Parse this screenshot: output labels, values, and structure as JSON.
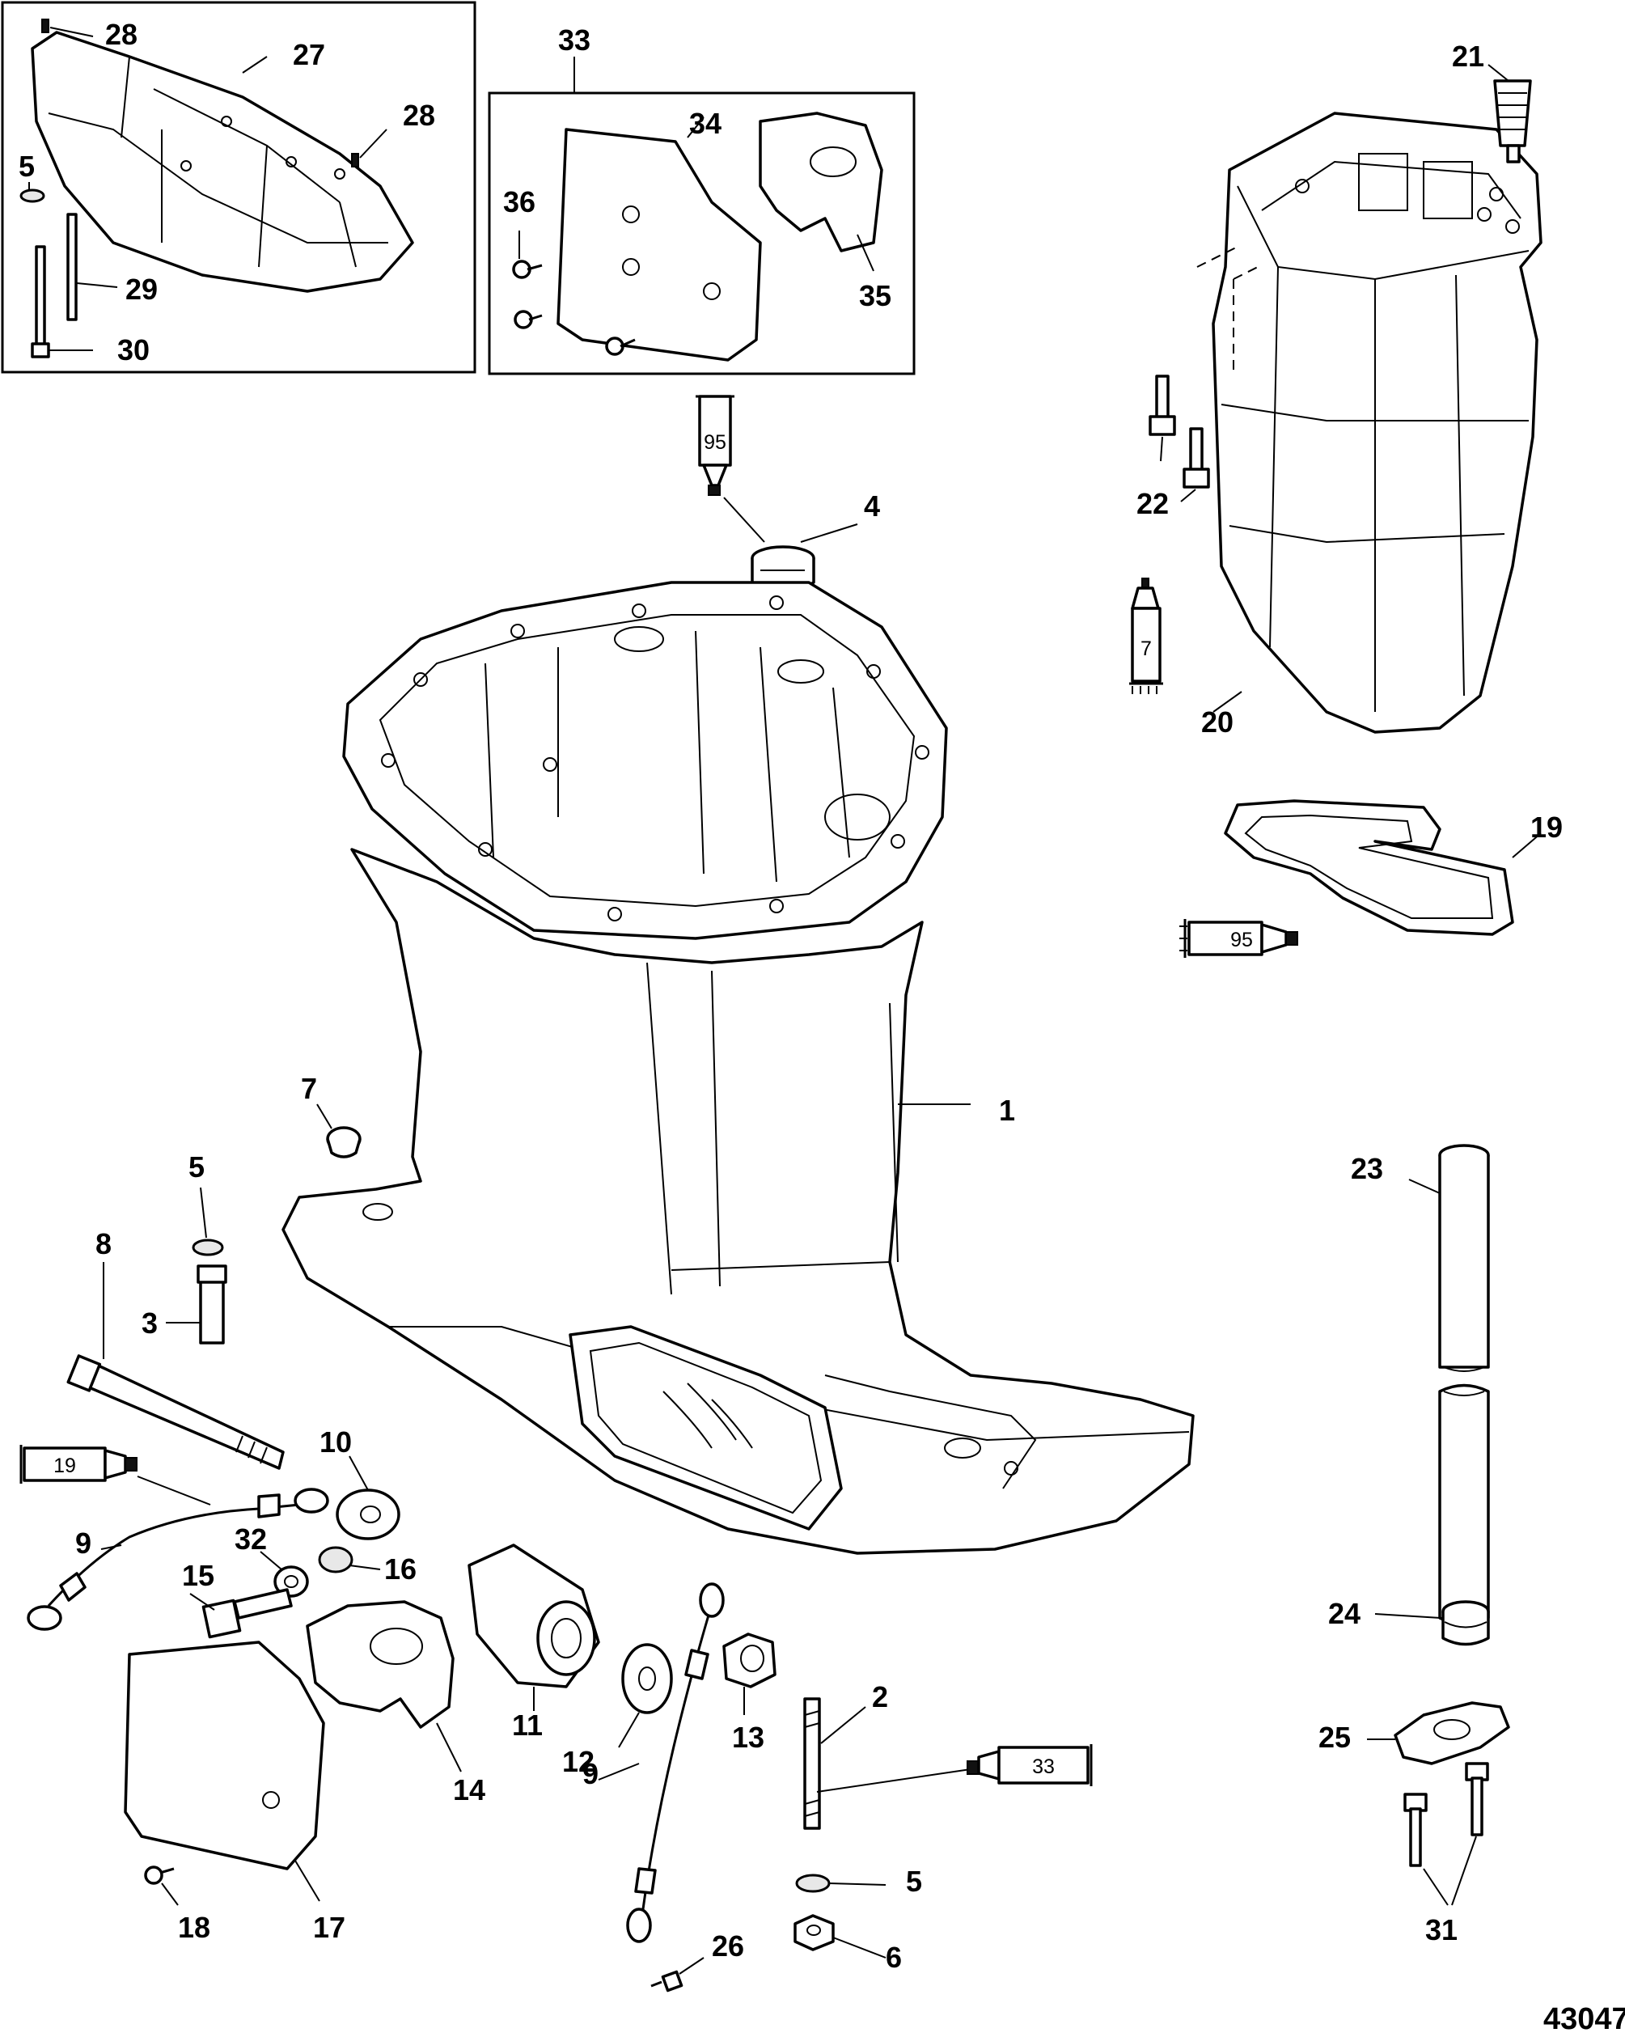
{
  "figure_id": "43047",
  "callouts": [
    {
      "id": "c28a",
      "text": "28"
    },
    {
      "id": "c27",
      "text": "27"
    },
    {
      "id": "c28b",
      "text": "28"
    },
    {
      "id": "c5a",
      "text": "5"
    },
    {
      "id": "c29",
      "text": "29"
    },
    {
      "id": "c30",
      "text": "30"
    },
    {
      "id": "c33",
      "text": "33"
    },
    {
      "id": "c34",
      "text": "34"
    },
    {
      "id": "c36",
      "text": "36"
    },
    {
      "id": "c35",
      "text": "35"
    },
    {
      "id": "c21",
      "text": "21"
    },
    {
      "id": "c22",
      "text": "22"
    },
    {
      "id": "c20",
      "text": "20"
    },
    {
      "id": "c4",
      "text": "4"
    },
    {
      "id": "c19",
      "text": "19"
    },
    {
      "id": "c7",
      "text": "7"
    },
    {
      "id": "c1",
      "text": "1"
    },
    {
      "id": "c5b",
      "text": "5"
    },
    {
      "id": "c8",
      "text": "8"
    },
    {
      "id": "c3",
      "text": "3"
    },
    {
      "id": "c10",
      "text": "10"
    },
    {
      "id": "c9a",
      "text": "9"
    },
    {
      "id": "c32",
      "text": "32"
    },
    {
      "id": "c16",
      "text": "16"
    },
    {
      "id": "c15",
      "text": "15"
    },
    {
      "id": "c11",
      "text": "11"
    },
    {
      "id": "c14",
      "text": "14"
    },
    {
      "id": "c12",
      "text": "12"
    },
    {
      "id": "c13",
      "text": "13"
    },
    {
      "id": "c2",
      "text": "2"
    },
    {
      "id": "c9b",
      "text": "9"
    },
    {
      "id": "c5c",
      "text": "5"
    },
    {
      "id": "c6",
      "text": "6"
    },
    {
      "id": "c18",
      "text": "18"
    },
    {
      "id": "c17",
      "text": "17"
    },
    {
      "id": "c26",
      "text": "26"
    },
    {
      "id": "c23",
      "text": "23"
    },
    {
      "id": "c24",
      "text": "24"
    },
    {
      "id": "c25",
      "text": "25"
    },
    {
      "id": "c31",
      "text": "31"
    }
  ],
  "sealant_tubes": [
    {
      "id": "t95a",
      "text": "95"
    },
    {
      "id": "t7",
      "text": "7"
    },
    {
      "id": "t95b",
      "text": "95"
    },
    {
      "id": "t19",
      "text": "19"
    },
    {
      "id": "t33",
      "text": "33"
    }
  ]
}
